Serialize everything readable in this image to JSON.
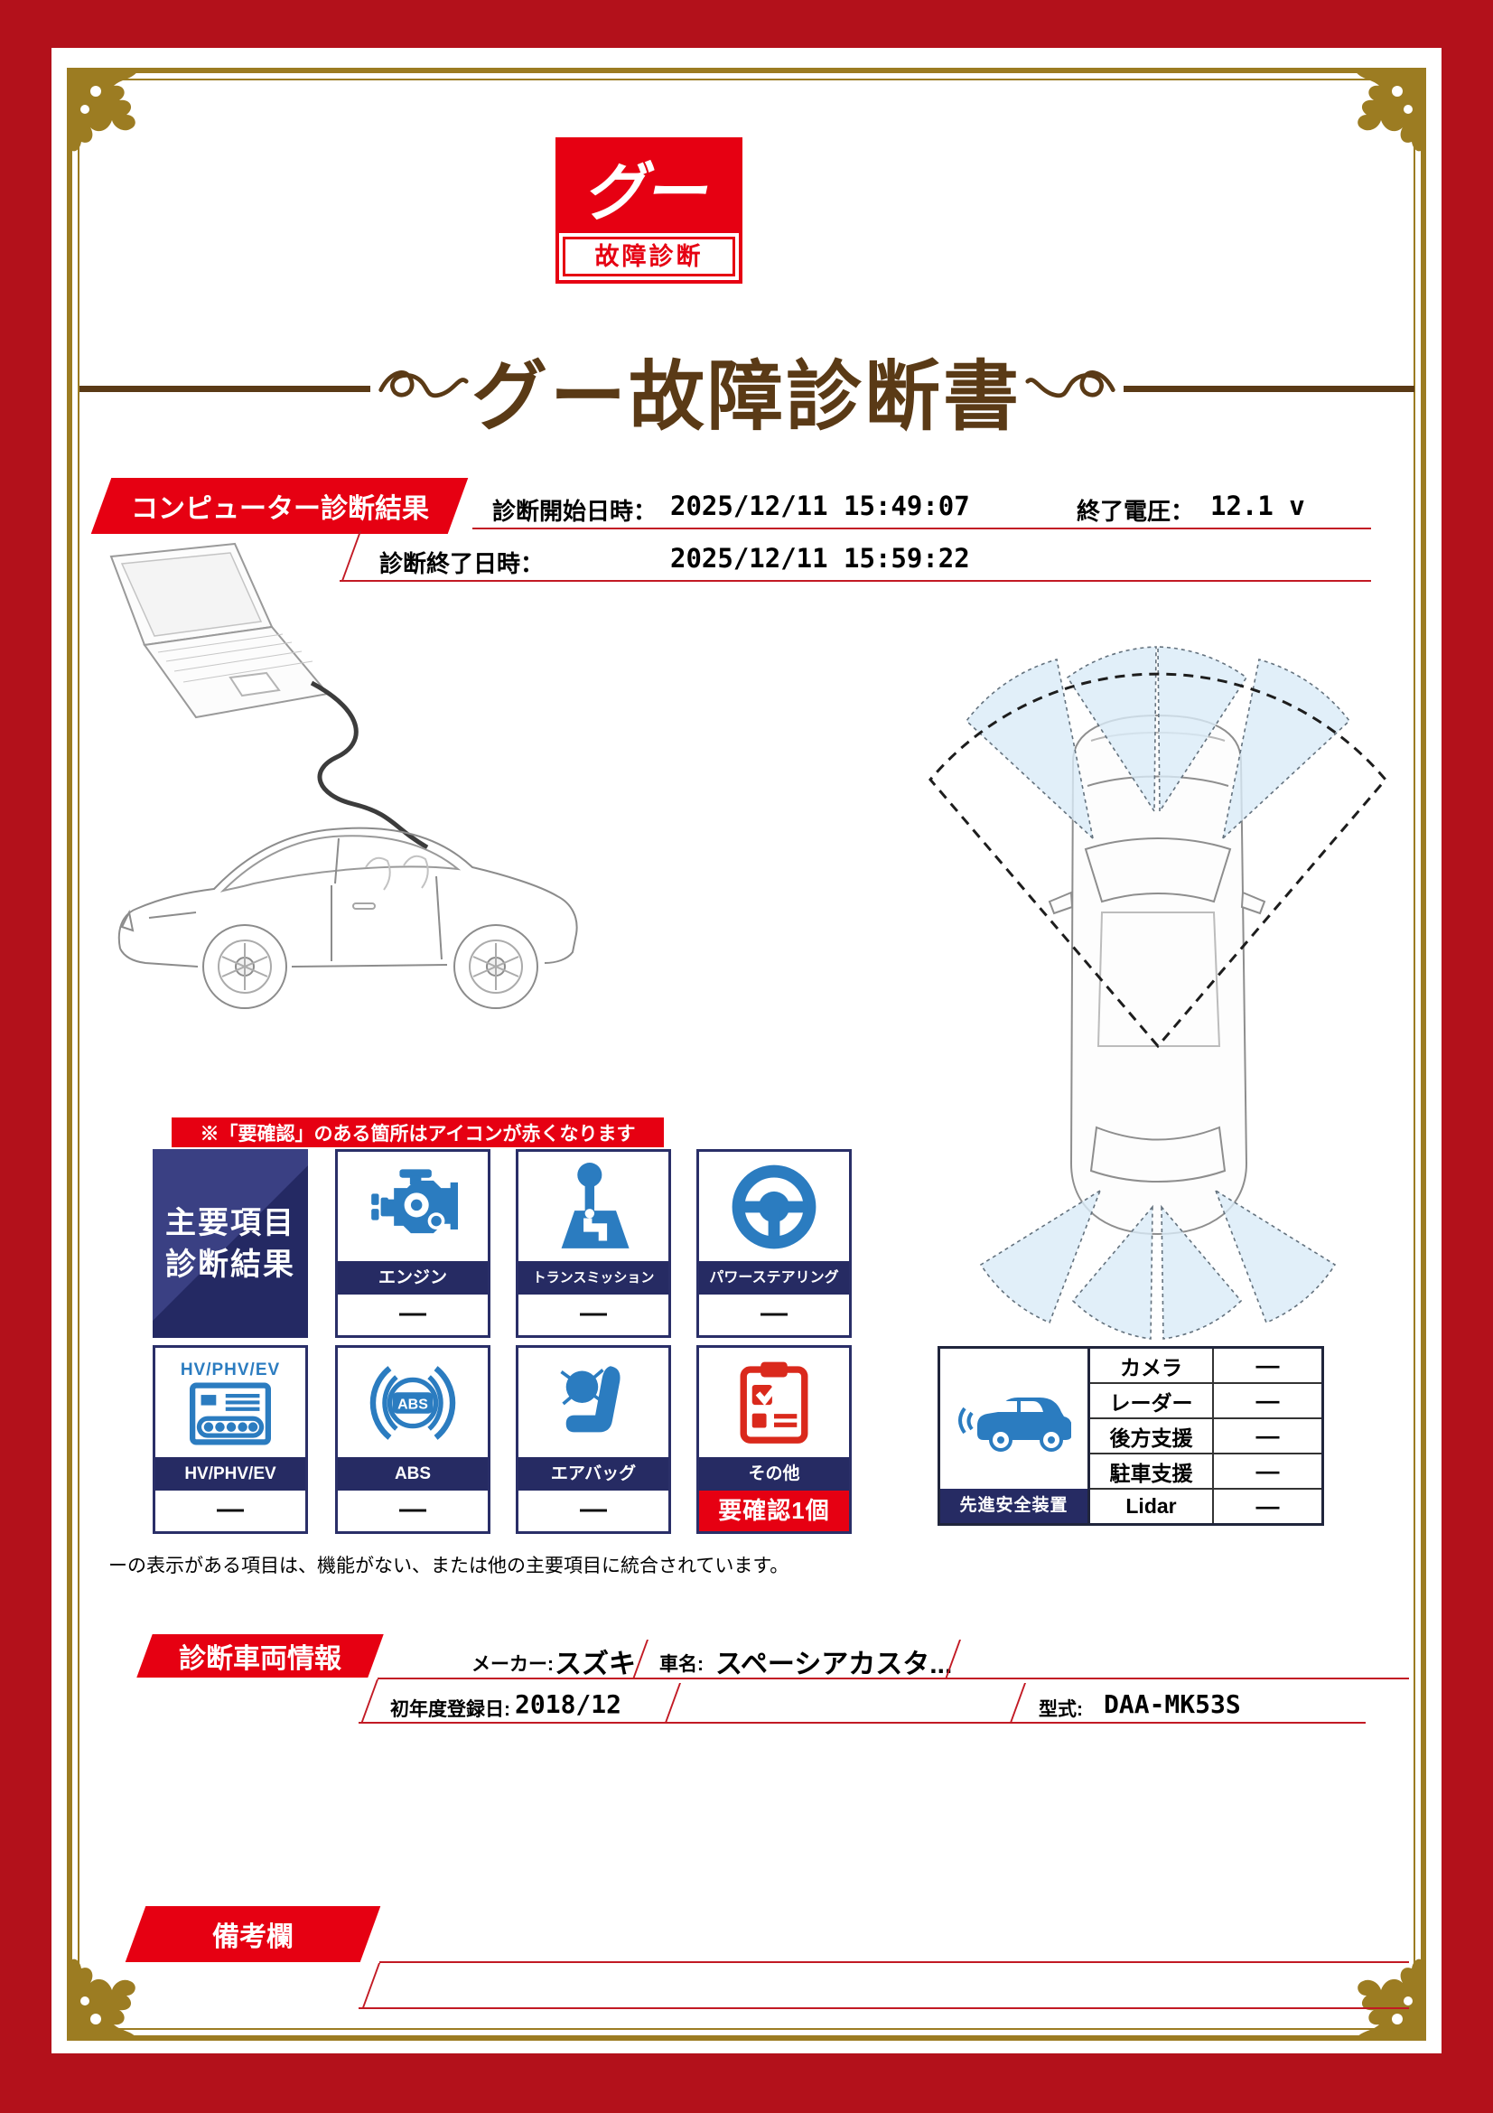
{
  "logo": {
    "main": "グー",
    "sub": "故障診断"
  },
  "title": "グー故障診断書",
  "diagnosis": {
    "section_label": "コンピューター診断結果",
    "start_label": "診断開始日時：",
    "start_value": "2025/12/11 15:49:07",
    "voltage_label": "終了電圧：",
    "voltage_value": "12.1 v",
    "end_label": "診断終了日時：",
    "end_value": "2025/12/11 15:59:22"
  },
  "note_banner": "※「要確認」のある箇所はアイコンが赤くなります",
  "main_items": {
    "header_line1": "主要項目",
    "header_line2": "診断結果",
    "cards": [
      {
        "label": "エンジン",
        "value": "—"
      },
      {
        "label": "トランスミッション",
        "value": "—"
      },
      {
        "label": "パワーステアリング",
        "value": "—"
      },
      {
        "label": "HV/PHV/EV",
        "value": "—",
        "icon_text": "HV/PHV/EV"
      },
      {
        "label": "ABS",
        "value": "—",
        "icon_text": "ABS"
      },
      {
        "label": "エアバッグ",
        "value": "—"
      },
      {
        "label": "その他",
        "alert_value": "要確認1個"
      }
    ],
    "footnote": "ーの表示がある項目は、機能がない、または他の主要項目に統合されています。"
  },
  "safety": {
    "label": "先進安全装置",
    "rows": [
      {
        "name": "カメラ",
        "value": "—"
      },
      {
        "name": "レーダー",
        "value": "—"
      },
      {
        "name": "後方支援",
        "value": "—"
      },
      {
        "name": "駐車支援",
        "value": "—"
      },
      {
        "name": "Lidar",
        "value": "—"
      }
    ]
  },
  "vehicle": {
    "section_label": "診断車両情報",
    "maker_label": "メーカー:",
    "maker_value": "スズキ",
    "name_label": "車名:",
    "name_value": "スペーシアカスタ...",
    "reg_label": "初年度登録日:",
    "reg_value": "2018/12",
    "model_label": "型式:",
    "model_value": "DAA-MK53S"
  },
  "remarks": {
    "section_label": "備考欄"
  },
  "colors": {
    "brand_red": "#e60012",
    "border_red": "#b3111b",
    "navy": "#262b63",
    "icon_blue": "#2b7cc0",
    "gold": "#9c7c22",
    "title_brown": "#5a3a16"
  }
}
